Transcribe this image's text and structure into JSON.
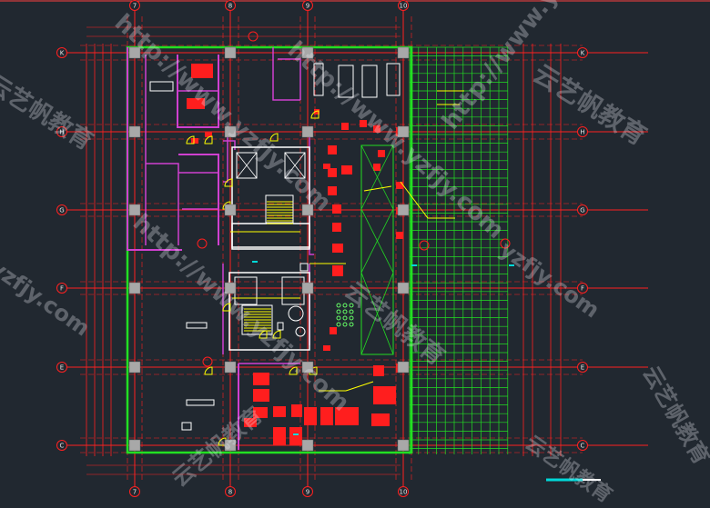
{
  "drawing": {
    "column_axes": [
      "7",
      "8",
      "9",
      "10"
    ],
    "row_axes": [
      "K",
      "H",
      "G",
      "F",
      "E",
      "C"
    ],
    "colors": {
      "background": "#212830",
      "axis_line": "#ff2020",
      "outer_wall": "#22e022",
      "partition": "#d040d0",
      "fixture": "#ffffff",
      "equipment": "#ff1e1e",
      "annotation": "#ffff00",
      "ceiling_grid": "#22dd22",
      "column": "#a8a8a8",
      "dimension": "#00d8d8"
    }
  },
  "watermarks": [
    {
      "id": "wm1",
      "text": "http://www.yzfjy.com"
    },
    {
      "id": "wm2",
      "text": "云艺帆教育"
    },
    {
      "id": "wm3",
      "text": "http://www.yzfjy.com"
    },
    {
      "id": "wm4",
      "text": "云艺帆教育"
    },
    {
      "id": "wm5",
      "text": "http://www.yzfjy.com"
    },
    {
      "id": "wm6",
      "text": "云艺帆教育"
    },
    {
      "id": "wm7",
      "text": "yzfjy.com"
    },
    {
      "id": "wm8",
      "text": "http://www.yzfjy.com"
    },
    {
      "id": "wm9",
      "text": "云艺帆教育"
    },
    {
      "id": "wm10",
      "text": "yzfjy.com"
    },
    {
      "id": "wm11",
      "text": "云艺帆教育"
    },
    {
      "id": "wm12",
      "text": "云艺帆教育"
    }
  ]
}
